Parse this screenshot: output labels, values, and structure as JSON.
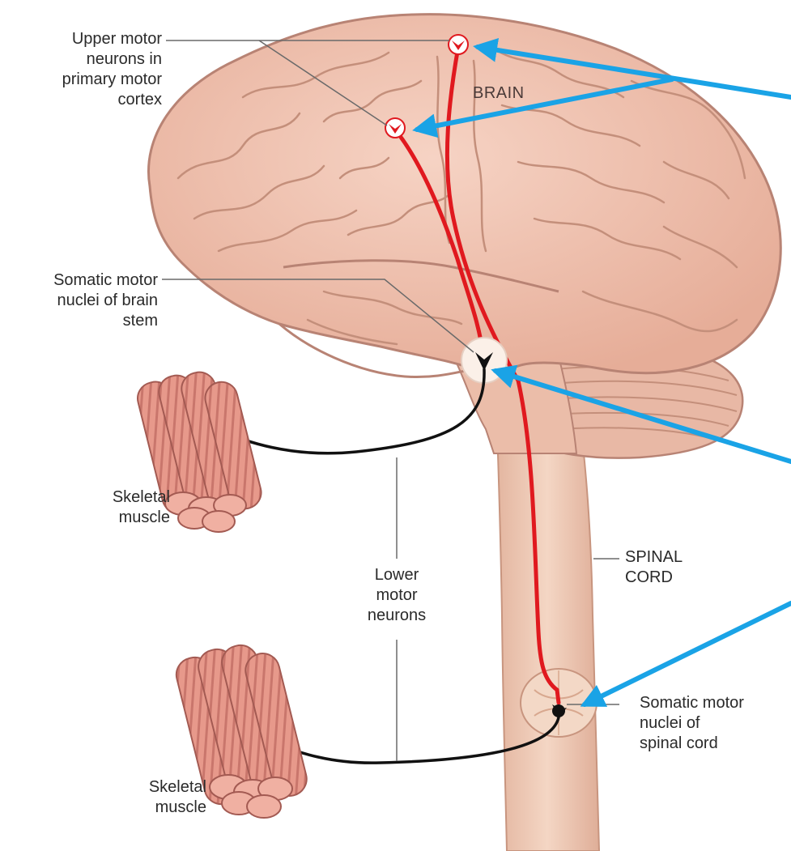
{
  "labels": {
    "upper_motor": [
      "Upper motor",
      "neurons in",
      "primary motor",
      "cortex"
    ],
    "brain": "BRAIN",
    "somatic_brainstem": [
      "Somatic motor",
      "nuclei of brain",
      "stem"
    ],
    "skeletal_top": [
      "Skeletal",
      "muscle"
    ],
    "lower_motor": [
      "Lower",
      "motor",
      "neurons"
    ],
    "spinal_cord": [
      "SPINAL",
      "CORD"
    ],
    "somatic_spinal": [
      "Somatic motor",
      "nuclei of",
      "spinal cord"
    ],
    "skeletal_bottom": [
      "Skeletal",
      "muscle"
    ]
  },
  "colors": {
    "brain_fill": "#f2c4b3",
    "brain_outline": "#b88374",
    "gyri_lines": "#c9917f",
    "cerebellum_fill": "#e8b8a5",
    "cord_fill": "#f0cdb9",
    "upper_neuron": "#e0191f",
    "lower_neuron": "#111111",
    "pointer_arrow": "#1aa3e6",
    "leader_line": "#666666",
    "muscle_fill": "#e79a8c",
    "muscle_stripe": "#b86a62"
  }
}
